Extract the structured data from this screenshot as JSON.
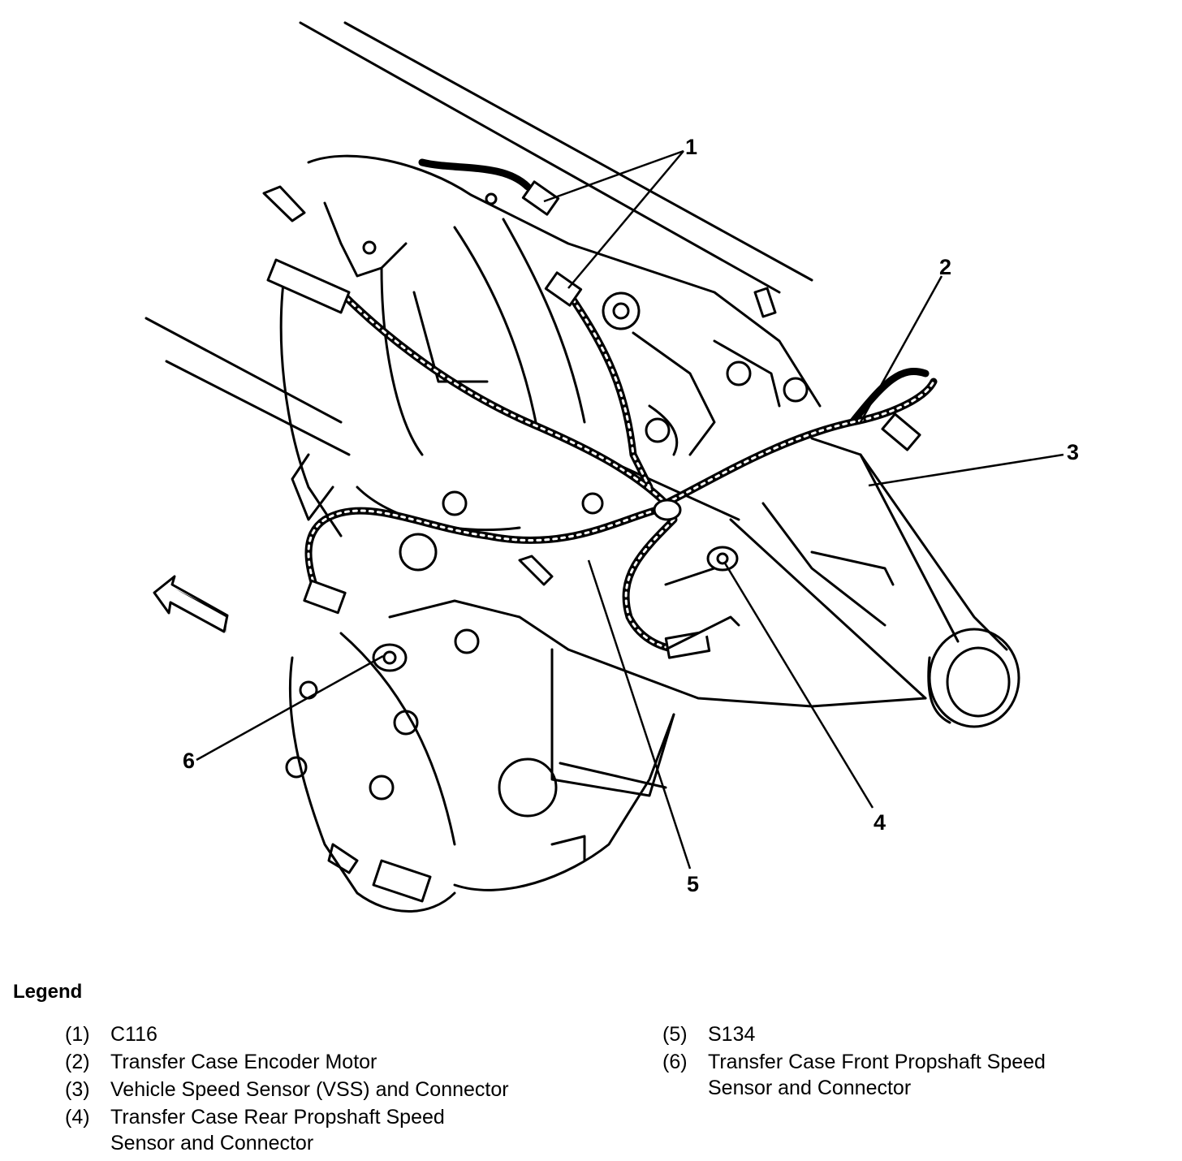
{
  "diagram": {
    "callouts": [
      "1",
      "2",
      "3",
      "4",
      "5",
      "6"
    ]
  },
  "legend": {
    "title": "Legend",
    "left_items": [
      {
        "num": "(1)",
        "text": "C116"
      },
      {
        "num": "(2)",
        "text": "Transfer Case Encoder Motor"
      },
      {
        "num": "(3)",
        "text": "Vehicle Speed Sensor (VSS) and Connector"
      },
      {
        "num": "(4)",
        "text": "Transfer Case Rear Propshaft Speed\nSensor and Connector"
      }
    ],
    "right_items": [
      {
        "num": "(5)",
        "text": "S134"
      },
      {
        "num": "(6)",
        "text": "Transfer Case Front Propshaft Speed\nSensor and Connector"
      }
    ]
  }
}
